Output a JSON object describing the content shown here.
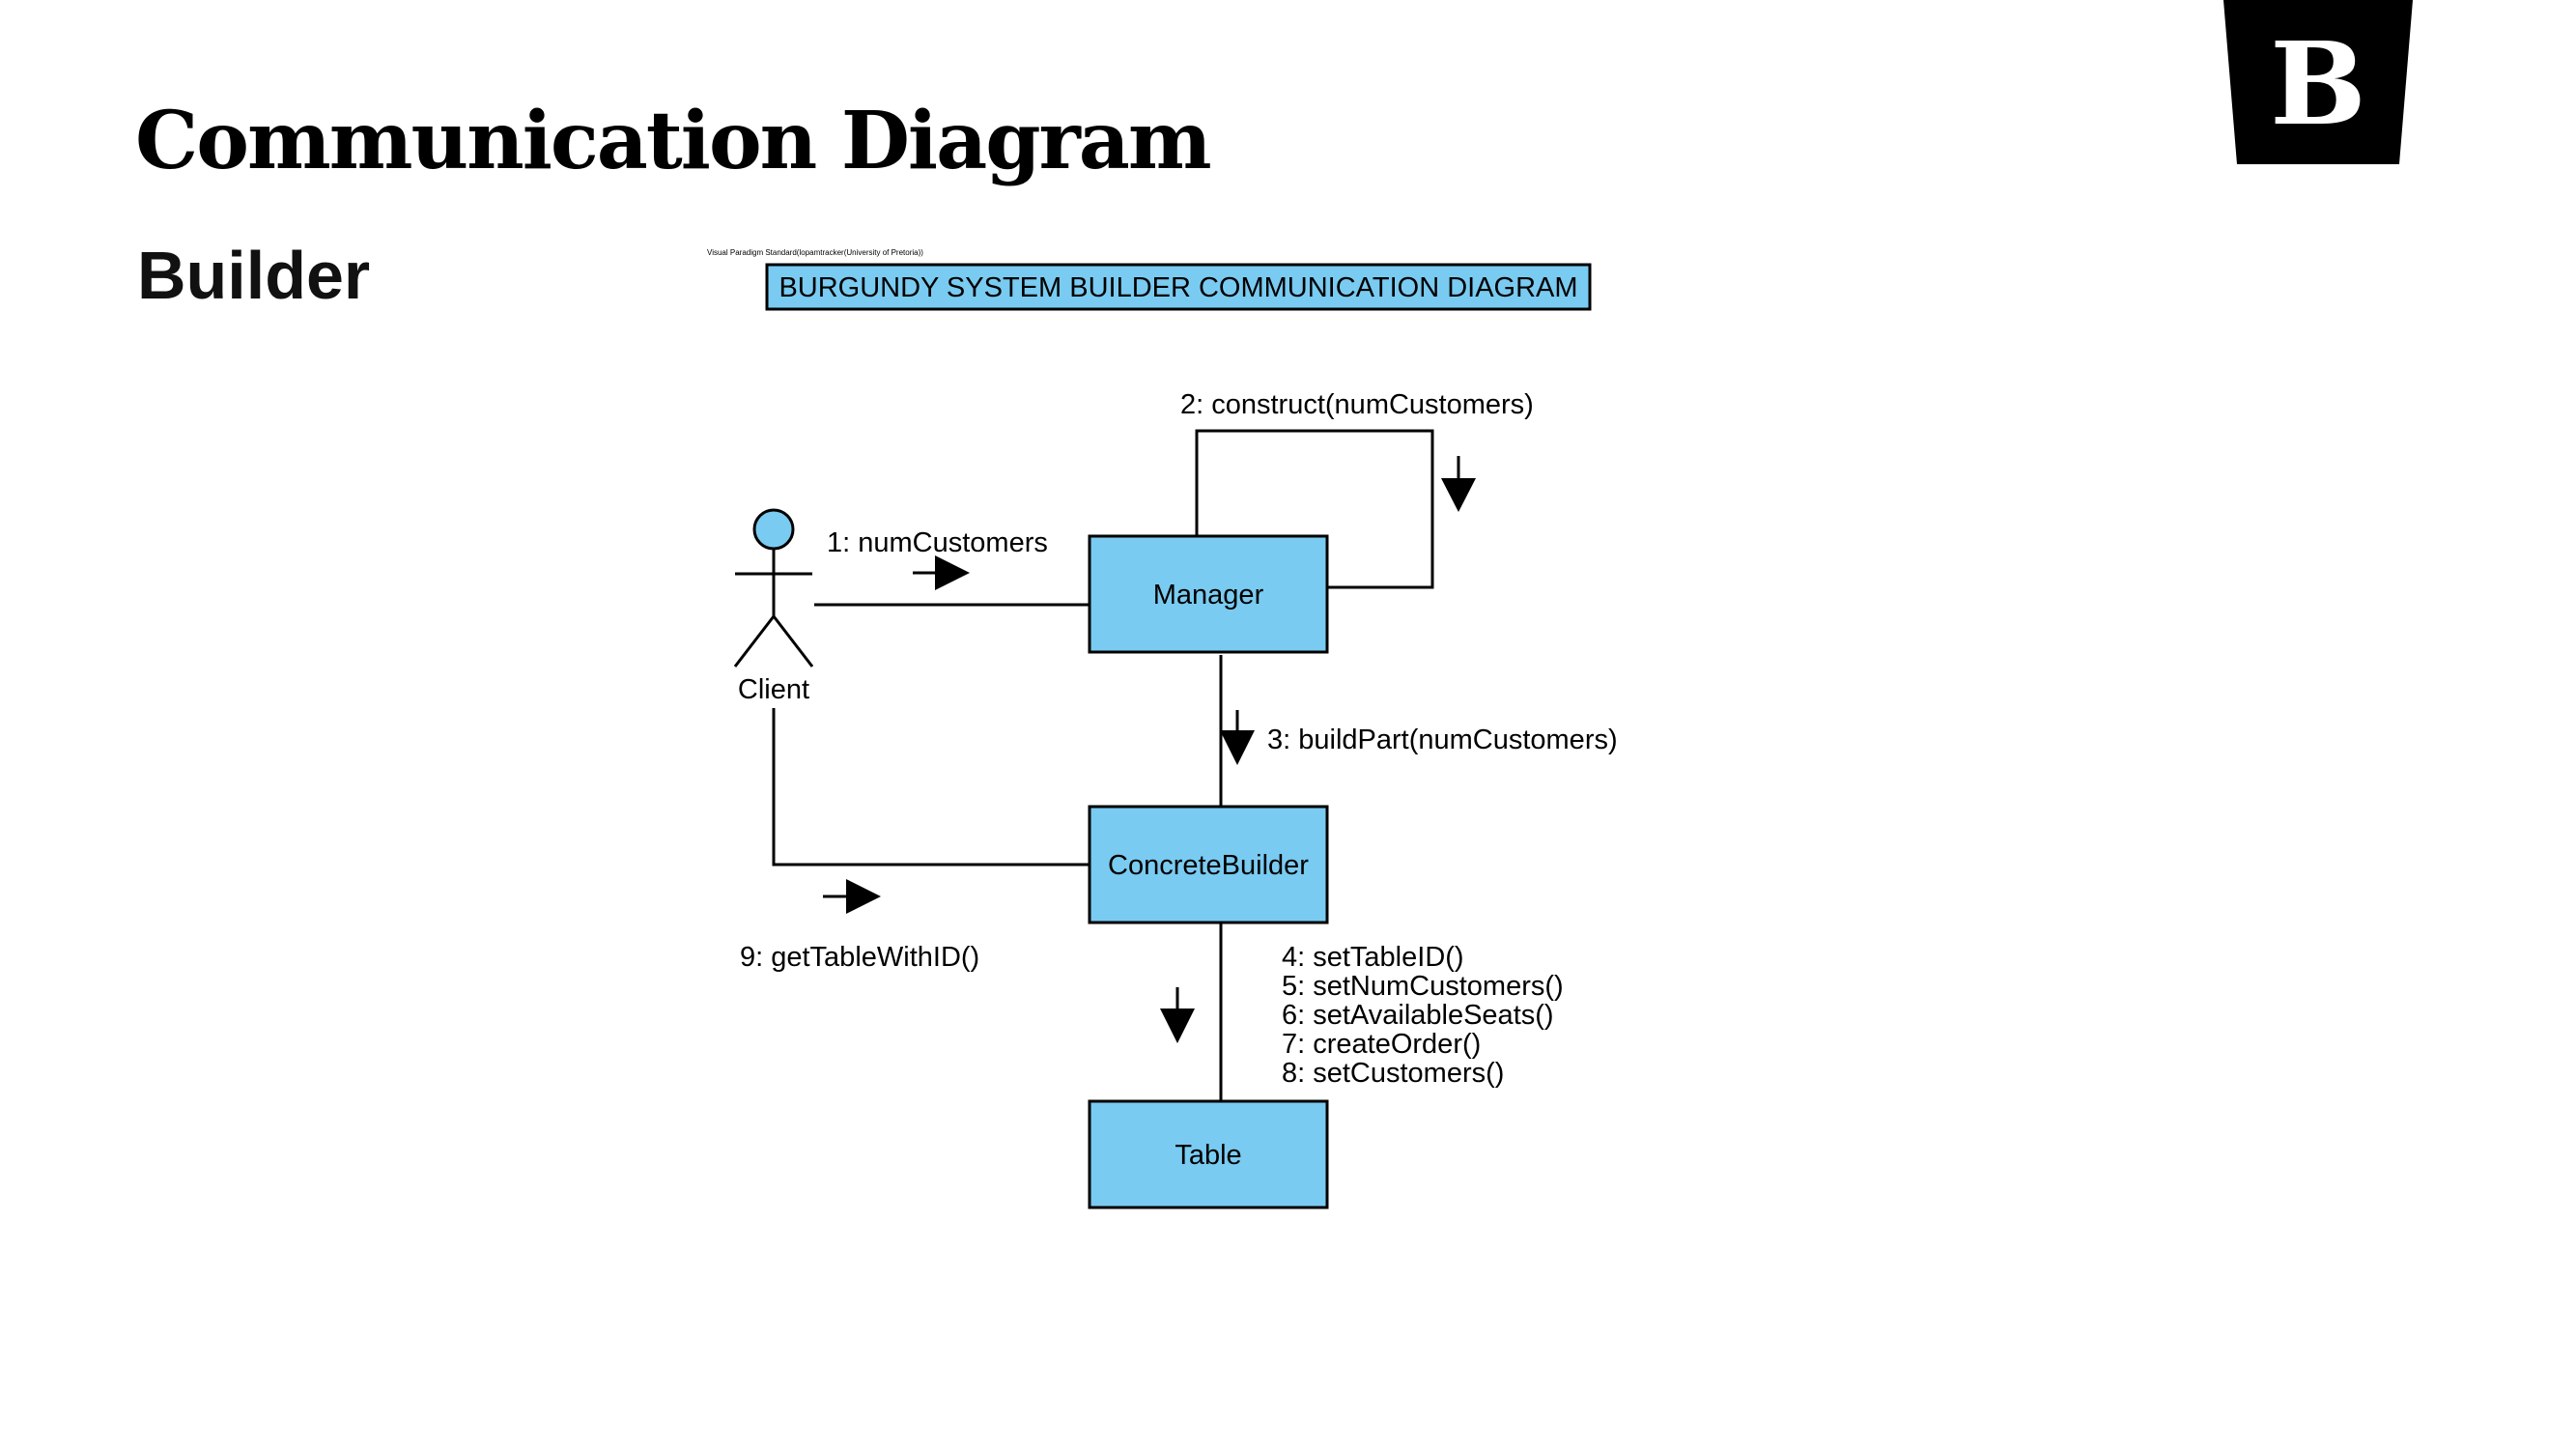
{
  "slide": {
    "title": "Communication Diagram",
    "subtitle": "Builder",
    "logo_letter": "B"
  },
  "diagram": {
    "watermark": "Visual Paradigm Standard(lopamtracker(University of Pretoria))",
    "title": "BURGUNDY SYSTEM BUILDER COMMUNICATION DIAGRAM",
    "actor": {
      "name": "Client"
    },
    "objects": {
      "manager": "Manager",
      "concrete_builder": "ConcreteBuilder",
      "table": "Table"
    },
    "messages": {
      "m1": "1: numCustomers",
      "m2": "2: construct(numCustomers)",
      "m3": "3: buildPart(numCustomers)",
      "m4": "4: setTableID()",
      "m5": "5: setNumCustomers()",
      "m6": "6: setAvailableSeats()",
      "m7": "7: createOrder()",
      "m8": "8: setCustomers()",
      "m9": "9: getTableWithID()"
    }
  },
  "colors": {
    "object_fill": "#7ACBF1",
    "stroke": "#000000",
    "background": "#FFFFFF",
    "logo": "#000000"
  }
}
